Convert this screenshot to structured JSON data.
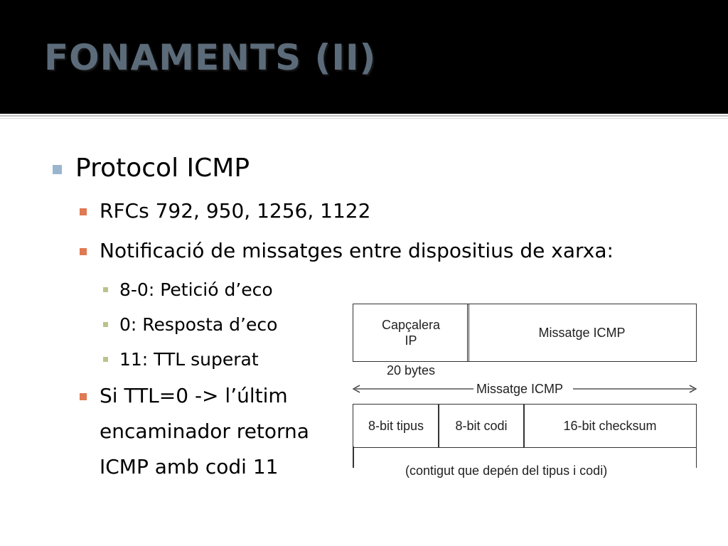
{
  "slide": {
    "title": "FONAMENTS (II)",
    "colors": {
      "title_bar": "#000000",
      "title_text": "#5c6b7a",
      "level1_bullet": "#9ab6cf",
      "sub_bullet": "#e07a52"
    }
  },
  "bullets": {
    "level1": "Protocol ICMP",
    "rfcs": "RFCs 792, 950, 1256, 1122",
    "notif": "Notificació de missatges entre dispositius de xarxa:",
    "sub": [
      "8-0: Petició d’eco",
      "0: Resposta d’eco",
      "11: TTL superat"
    ],
    "ttl_lines": [
      "Si TTL=0  -> l’últim",
      "encaminador retorna",
      "ICMP amb codi 11"
    ]
  },
  "diagram": {
    "header_cell": [
      "Capçalera",
      "IP"
    ],
    "message_cell": "Missatge ICMP",
    "size_label": "20 bytes",
    "arrow_label": "Missatge ICMP",
    "fields": [
      "8-bit tipus",
      "8-bit codi",
      "16-bit checksum"
    ],
    "content_label": "(contigut que depén del tipus i codi)"
  }
}
